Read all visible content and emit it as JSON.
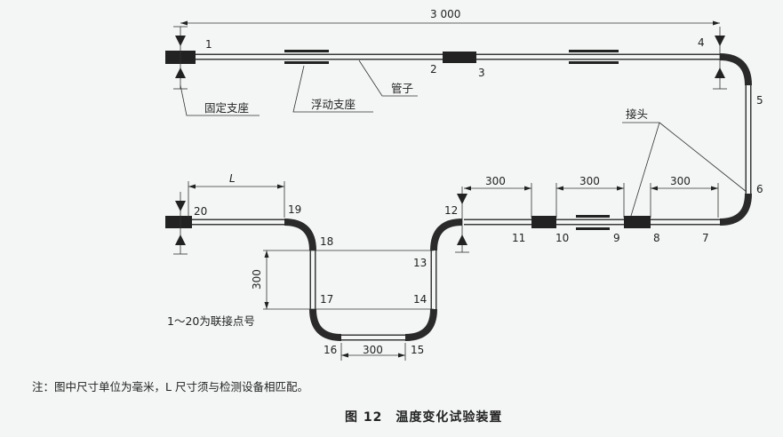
{
  "dimensions": {
    "top_length": "3 000",
    "L": "L",
    "seg_11_12": "300",
    "seg_9_10": "300",
    "seg_7_8": "300",
    "vertical_17_18": "300",
    "bottom_15_16": "300"
  },
  "labels": {
    "fixed_support": "固定支座",
    "floating_support": "浮动支座",
    "pipe": "管子",
    "joint": "接头",
    "legend": "1～20为联接点号"
  },
  "points": {
    "p1": "1",
    "p2": "2",
    "p3": "3",
    "p4": "4",
    "p5": "5",
    "p6": "6",
    "p7": "7",
    "p8": "8",
    "p9": "9",
    "p10": "10",
    "p11": "11",
    "p12": "12",
    "p13": "13",
    "p14": "14",
    "p15": "15",
    "p16": "16",
    "p17": "17",
    "p18": "18",
    "p19": "19",
    "p20": "20"
  },
  "note": "注：图中尺寸单位为毫米，L 尺寸须与检测设备相匹配。",
  "caption": "图 12　温度变化试验装置"
}
